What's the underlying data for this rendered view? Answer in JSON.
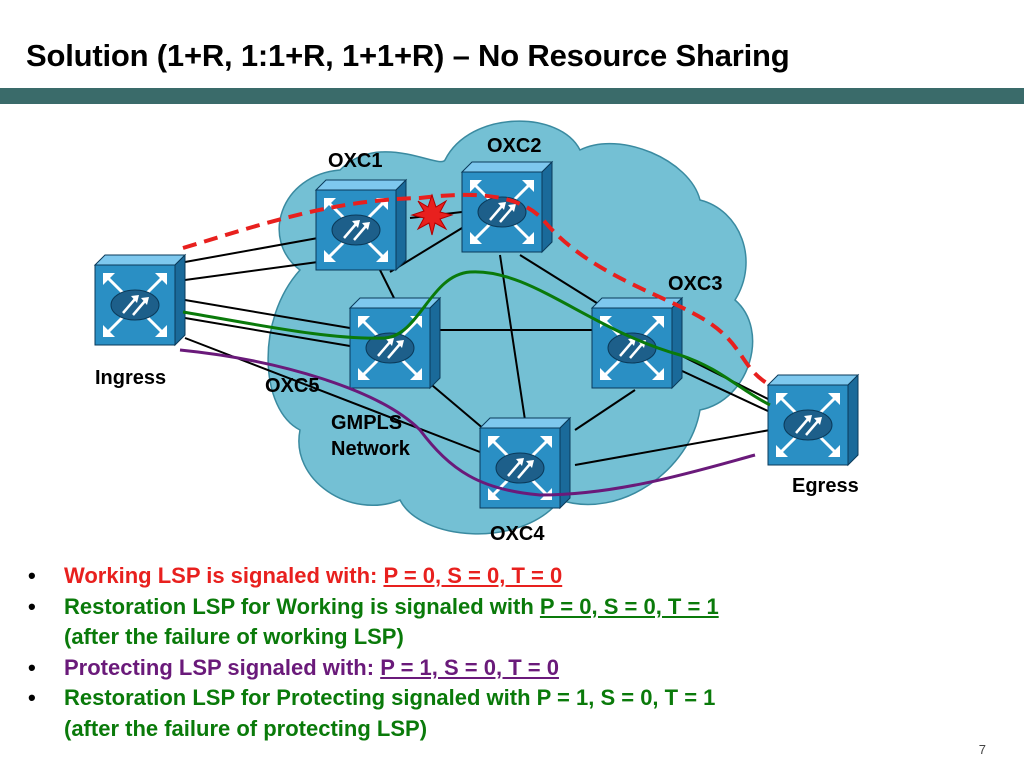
{
  "title": "Solution (1+R, 1:1+R, 1+1+R) – No Resource Sharing",
  "diagram": {
    "nodes": {
      "oxc1": "OXC1",
      "oxc2": "OXC2",
      "oxc3": "OXC3",
      "oxc4": "OXC4",
      "oxc5": "OXC5",
      "ingress": "Ingress",
      "egress": "Egress"
    },
    "network_label_line1": "GMPLS",
    "network_label_line2": "Network",
    "colors": {
      "cloud": "#74c0d4",
      "router": "#2a8fc4",
      "working_lsp": "#e8201e",
      "restoration_working": "#0a7a0a",
      "protecting_lsp": "#6a1a7a",
      "title_bar": "#3a6b6a"
    }
  },
  "bullets": [
    {
      "text": "Working LSP is signaled with: ",
      "params": "P = 0, S = 0, T = 0",
      "cont": "",
      "color": "red"
    },
    {
      "text": "Restoration LSP for Working is signaled with ",
      "params": "P = 0, S = 0, T = 1",
      "cont": "(after the failure of working LSP)",
      "color": "green"
    },
    {
      "text": "Protecting LSP signaled with: ",
      "params": "P = 1, S = 0, T = 0",
      "cont": "",
      "color": "purple"
    },
    {
      "text": "Restoration LSP for Protecting signaled with P = 1, S = 0, T = 1",
      "params": "",
      "cont": "(after the failure of protecting LSP)",
      "color": "green"
    }
  ],
  "bullet_symbol": "•",
  "page_number": "7"
}
